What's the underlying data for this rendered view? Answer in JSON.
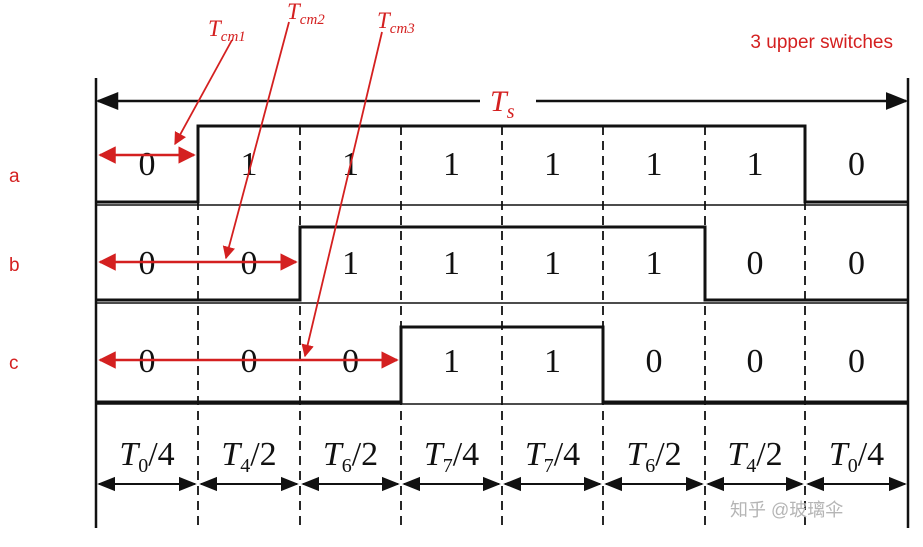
{
  "title": "3 upper switches",
  "period_label": "T",
  "period_sub": "s",
  "phases": [
    {
      "name": "a",
      "bits": [
        "0",
        "1",
        "1",
        "1",
        "1",
        "1",
        "1",
        "0"
      ]
    },
    {
      "name": "b",
      "bits": [
        "0",
        "0",
        "1",
        "1",
        "1",
        "1",
        "0",
        "0"
      ]
    },
    {
      "name": "c",
      "bits": [
        "0",
        "0",
        "0",
        "1",
        "1",
        "0",
        "0",
        "0"
      ]
    }
  ],
  "intervals": [
    {
      "T": "T",
      "sub": "0",
      "div": "/4"
    },
    {
      "T": "T",
      "sub": "4",
      "div": "/2"
    },
    {
      "T": "T",
      "sub": "6",
      "div": "/2"
    },
    {
      "T": "T",
      "sub": "7",
      "div": "/4"
    },
    {
      "T": "T",
      "sub": "7",
      "div": "/4"
    },
    {
      "T": "T",
      "sub": "6",
      "div": "/2"
    },
    {
      "T": "T",
      "sub": "4",
      "div": "/2"
    },
    {
      "T": "T",
      "sub": "0",
      "div": "/4"
    }
  ],
  "annotations": [
    {
      "base": "T",
      "sub": "cm1"
    },
    {
      "base": "T",
      "sub": "cm2"
    },
    {
      "base": "T",
      "sub": "cm3"
    }
  ],
  "watermark": "知乎 @玻璃伞",
  "colors": {
    "ink": "#111111",
    "accent": "#d42020",
    "watermark": "#b5b5b5"
  }
}
